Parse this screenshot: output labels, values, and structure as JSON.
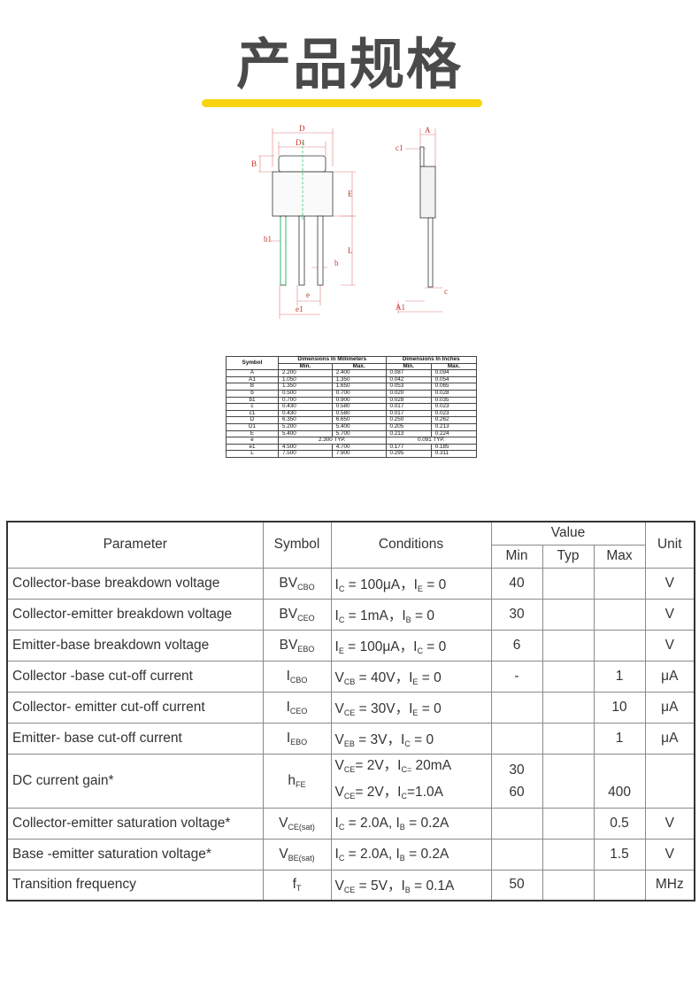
{
  "header": {
    "title": "产品规格"
  },
  "drawing": {
    "labels": {
      "D": "D",
      "D1": "D1",
      "B": "B",
      "E": "E",
      "b1": "b1",
      "b": "b",
      "L": "L",
      "e": "e",
      "e1": "e1",
      "c1": "c1",
      "A": "A",
      "A1": "A1",
      "c": "c"
    }
  },
  "dimensions": {
    "symbol_header": "Symbol",
    "mm_header": "Dimensions In Millimeters",
    "in_header": "Dimensions In Inches",
    "min": "Min.",
    "max": "Max.",
    "rows": [
      {
        "sym": "A",
        "mm_min": "2.200",
        "mm_max": "2.400",
        "in_min": "0.087",
        "in_max": "0.094"
      },
      {
        "sym": "A1",
        "mm_min": "1.050",
        "mm_max": "1.350",
        "in_min": "0.042",
        "in_max": "0.054"
      },
      {
        "sym": "B",
        "mm_min": "1.350",
        "mm_max": "1.650",
        "in_min": "0.053",
        "in_max": "0.065"
      },
      {
        "sym": "b",
        "mm_min": "0.500",
        "mm_max": "0.700",
        "in_min": "0.020",
        "in_max": "0.028"
      },
      {
        "sym": "b1",
        "mm_min": "0.700",
        "mm_max": "0.900",
        "in_min": "0.028",
        "in_max": "0.035"
      },
      {
        "sym": "c",
        "mm_min": "0.430",
        "mm_max": "0.580",
        "in_min": "0.017",
        "in_max": "0.023"
      },
      {
        "sym": "c1",
        "mm_min": "0.430",
        "mm_max": "0.580",
        "in_min": "0.017",
        "in_max": "0.023"
      },
      {
        "sym": "D",
        "mm_min": "6.350",
        "mm_max": "6.650",
        "in_min": "0.250",
        "in_max": "0.262"
      },
      {
        "sym": "D1",
        "mm_min": "5.200",
        "mm_max": "5.400",
        "in_min": "0.205",
        "in_max": "0.213"
      },
      {
        "sym": "E",
        "mm_min": "5.400",
        "mm_max": "5.700",
        "in_min": "0.213",
        "in_max": "0.224"
      }
    ],
    "row_e": {
      "sym": "e",
      "mm_typ": "2.300 TYP.",
      "in_typ": "0.091 TYP."
    },
    "rows_tail": [
      {
        "sym": "e1",
        "mm_min": "4.500",
        "mm_max": "4.700",
        "in_min": "0.177",
        "in_max": "0.185"
      },
      {
        "sym": "L",
        "mm_min": "7.500",
        "mm_max": "7.900",
        "in_min": "0.295",
        "in_max": "0.311"
      }
    ]
  },
  "spec": {
    "headers": {
      "parameter": "Parameter",
      "symbol": "Symbol",
      "conditions": "Conditions",
      "value": "Value",
      "unit": "Unit",
      "min": "Min",
      "typ": "Typ",
      "max": "Max"
    },
    "rows": [
      {
        "param": "Collector-base breakdown voltage",
        "sym": "BV",
        "sym_sub": "CBO",
        "cond": [
          [
            "I",
            "C",
            " = 100μA，I",
            "E",
            " = 0"
          ]
        ],
        "min": "40",
        "typ": "",
        "max": "",
        "unit": "V"
      },
      {
        "param": "Collector-emitter breakdown voltage",
        "sym": "BV",
        "sym_sub": "CEO",
        "cond": [
          [
            "I",
            "C",
            " = 1mA，I",
            "B",
            " = 0"
          ]
        ],
        "min": "30",
        "typ": "",
        "max": "",
        "unit": "V"
      },
      {
        "param": "Emitter-base breakdown voltage",
        "sym": "BV",
        "sym_sub": "EBO",
        "cond": [
          [
            "I",
            "E",
            " = 100μA，I",
            "C",
            " = 0"
          ]
        ],
        "min": "6",
        "typ": "",
        "max": "",
        "unit": "V"
      },
      {
        "param": "Collector -base cut-off current",
        "sym": "I",
        "sym_sub": "CBO",
        "cond": [
          [
            " V",
            "CB",
            " = 40V，I",
            "E",
            " = 0"
          ]
        ],
        "min": "-",
        "typ": "",
        "max": "1",
        "unit": "μA"
      },
      {
        "param": "Collector- emitter cut-off current",
        "sym": "I",
        "sym_sub": "CEO",
        "cond": [
          [
            " V",
            "CE",
            " = 30V，I",
            "E",
            " = 0"
          ]
        ],
        "min": "",
        "typ": "",
        "max": "10",
        "unit": "μA"
      },
      {
        "param": "Emitter- base cut-off current",
        "sym": "I",
        "sym_sub": "EBO",
        "cond": [
          [
            " V",
            "EB",
            " = 3V，I",
            "C",
            " = 0"
          ]
        ],
        "min": "",
        "typ": "",
        "max": "1",
        "unit": "μA"
      }
    ],
    "hfe": {
      "param": "DC current gain*",
      "sym": "h",
      "sym_sub": "FE",
      "cond1": [
        " V",
        "CE",
        "= 2V，I",
        "C=",
        "  20mA"
      ],
      "cond2": [
        " V",
        "CE",
        "= 2V，I",
        "C",
        "=1.0A"
      ],
      "min1": "30",
      "min2": "60",
      "max2": "400"
    },
    "rows_tail": [
      {
        "param": "Collector-emitter saturation voltage*",
        "sym": "V",
        "sym_sub": "CE(sat)",
        "cond": [
          [
            "I",
            "C",
            " = 2.0A, I",
            "B",
            " = 0.2A"
          ]
        ],
        "min": "",
        "typ": "",
        "max": "0.5",
        "unit": "V"
      },
      {
        "param": "Base -emitter saturation voltage*",
        "sym": "V",
        "sym_sub": "BE(sat)",
        "cond": [
          [
            "I",
            "C",
            " = 2.0A, I",
            "B",
            " = 0.2A"
          ]
        ],
        "min": "",
        "typ": "",
        "max": "1.5",
        "unit": "V"
      },
      {
        "param": "Transition frequency",
        "sym": "f",
        "sym_sub": "T",
        "cond": [
          [
            " V",
            "CE",
            " = 5V，I",
            "B",
            " = 0.1A"
          ]
        ],
        "min": "50",
        "typ": "",
        "max": "",
        "unit": "MHz"
      }
    ]
  }
}
